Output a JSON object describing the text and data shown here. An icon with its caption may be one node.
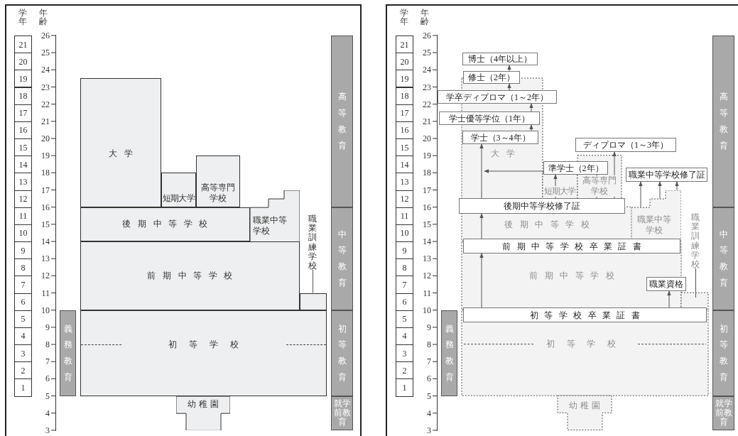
{
  "diagram": {
    "nodes": [
      {
        "text": [
          "大学"
        ]
      },
      {
        "text": [
          "短期大学"
        ]
      },
      {
        "text": [
          "高等専門学校"
        ]
      },
      {
        "text": [
          "職業中等学校"
        ]
      },
      {
        "text": [
          "後期中等学校"
        ]
      },
      {
        "text": [
          "前期中等学校"
        ]
      },
      {
        "text": [
          "職業訓練学校"
        ]
      },
      {
        "text": [],
        "shape": "box"
      },
      {
        "text": [
          "初等学校"
        ]
      },
      {
        "text": [
          "幼稚園"
        ]
      },
      {
        "text": [
          "義務教育"
        ]
      },
      {
        "text": [
          "高等教育"
        ]
      },
      {
        "text": [
          "中等教育"
        ]
      },
      {
        "text": [
          "初等教育"
        ]
      },
      {
        "text": [
          "就学前教育"
        ]
      },
      {
        "text": [
          "博士（4年以上）"
        ]
      },
      {
        "text": [
          "修士（2年）"
        ]
      },
      {
        "text": [
          "学卒ディプロマ（1～2年）"
        ]
      },
      {
        "text": [
          "学士優等学位（1年）"
        ]
      },
      {
        "text": [
          "学士（3～4年）"
        ]
      },
      {
        "text": [
          "ディプロマ（1～3年）"
        ]
      },
      {
        "text": [
          "準学士（2年）"
        ]
      },
      {
        "text": [
          "職業中等学校修了証"
        ]
      },
      {
        "text": [
          "後期中等学校修了証"
        ]
      },
      {
        "text": [
          "職業訓練学校"
        ]
      },
      {
        "text": [
          "前期中等学校卒業証書"
        ]
      },
      {
        "text": [
          "職業資格"
        ]
      },
      {
        "text": [
          "初等学校卒業証書"
        ]
      },
      {
        "text": [
          "義務教育"
        ]
      },
      {
        "text": [
          "高等教育"
        ]
      },
      {
        "text": [
          "中等教育"
        ]
      },
      {
        "text": [
          "初等教育"
        ]
      },
      {
        "text": [
          "就学前教育"
        ]
      },
      {
        "text": [
          "大学"
        ]
      },
      {
        "text": [
          "職業中等学校"
        ]
      }
    ],
    "edges": [
      {
        "from": 6,
        "to": 7,
        "arrow": "none"
      },
      {
        "from": 27,
        "to": 25,
        "arrow": "to"
      },
      {
        "from": 25,
        "to": 23,
        "arrow": "to"
      },
      {
        "from": 23,
        "to": 19,
        "arrow": "to"
      },
      {
        "from": 23,
        "to": 21,
        "arrow": "to"
      },
      {
        "from": 23,
        "to": 21,
        "arrow": "to"
      },
      {
        "from": 23,
        "to": 20,
        "arrow": "to"
      },
      {
        "from": 21,
        "to": 33,
        "arrow": "to"
      },
      {
        "from": 34,
        "to": 22,
        "arrow": "to"
      },
      {
        "from": 34,
        "to": 22,
        "arrow": "to"
      },
      {
        "from": 34,
        "to": 22,
        "arrow": "to"
      },
      {
        "from": 19,
        "to": 18,
        "arrow": "to"
      },
      {
        "from": 18,
        "to": 17,
        "arrow": "to"
      },
      {
        "from": 17,
        "to": 16,
        "arrow": "to"
      },
      {
        "from": 16,
        "to": 15,
        "arrow": "to"
      },
      {
        "from": 27,
        "to": 26,
        "arrow": "to"
      },
      {
        "from": 24,
        "to": null,
        "arrow": "none"
      }
    ],
    "labels": [
      "学年",
      "年齢",
      "21",
      "20",
      "19",
      "18",
      "17",
      "16",
      "15",
      "14",
      "13",
      "12",
      "11",
      "10",
      "9",
      "8",
      "7",
      "6",
      "5",
      "4",
      "3",
      "2",
      "1",
      "26",
      "25",
      "24",
      "23",
      "22",
      "21",
      "20",
      "19",
      "18",
      "17",
      "16",
      "15",
      "14",
      "13",
      "12",
      "11",
      "10",
      "9",
      "8",
      "7",
      "6",
      "5",
      "4",
      "3",
      "学年",
      "年齢",
      "21",
      "20",
      "19",
      "18",
      "17",
      "16",
      "15",
      "14",
      "13",
      "12",
      "11",
      "10",
      "9",
      "8",
      "7",
      "6",
      "5",
      "4",
      "3",
      "2",
      "1",
      "26",
      "25",
      "24",
      "23",
      "22",
      "21",
      "20",
      "19",
      "18",
      "17",
      "16",
      "15",
      "14",
      "13",
      "12",
      "11",
      "10",
      "9",
      "8",
      "7",
      "6",
      "5",
      "4",
      "3",
      "短期大学",
      "高等専門学校",
      "後期中等学校",
      "前期中等学校",
      "初等学校",
      "幼稚園"
    ]
  }
}
